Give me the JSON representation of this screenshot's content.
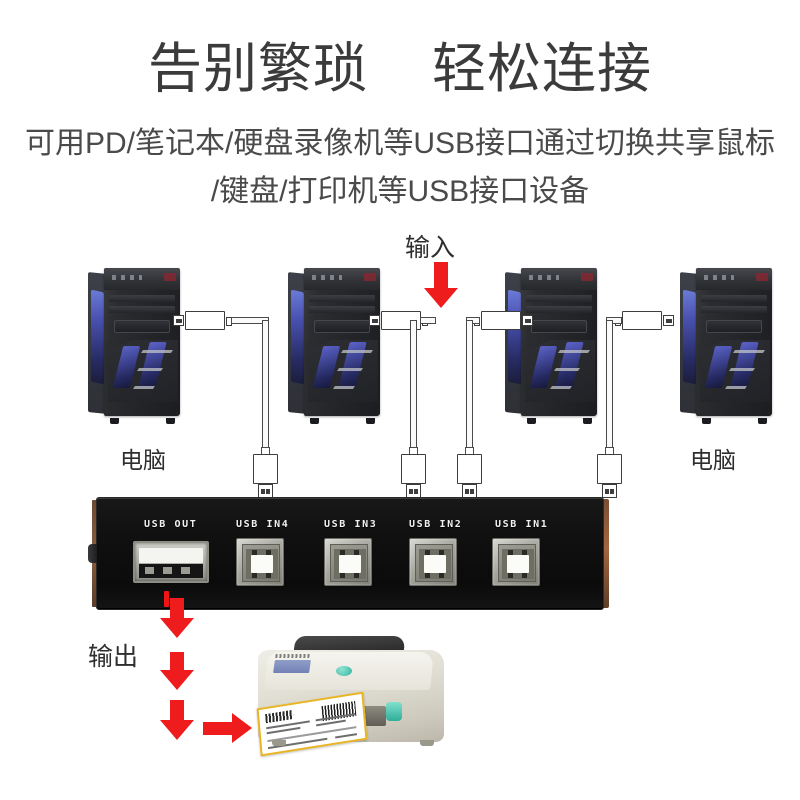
{
  "headline": {
    "title": "告别繁琐    轻松连接",
    "subtitle_line1": "可用PD/笔记本/硬盘录像机等USB接口通过切换共享鼠标",
    "subtitle_line2": "/键盘/打印机等USB接口设备"
  },
  "diagram": {
    "input_label": "输入",
    "output_label": "输出",
    "computer_label_left": "电脑",
    "computer_label_right": "电脑",
    "computers": [
      {
        "id": 1,
        "label": "电脑"
      },
      {
        "id": 2,
        "label": "电脑"
      },
      {
        "id": 3,
        "label": "电脑"
      },
      {
        "id": 4,
        "label": "电脑"
      }
    ],
    "switch": {
      "ports": [
        {
          "id": "out",
          "label": "USB OUT",
          "type": "usb-a"
        },
        {
          "id": "in4",
          "label": "USB IN4",
          "type": "usb-b"
        },
        {
          "id": "in3",
          "label": "USB IN3",
          "type": "usb-b"
        },
        {
          "id": "in2",
          "label": "USB IN2",
          "type": "usb-b"
        },
        {
          "id": "in1",
          "label": "USB IN1",
          "type": "usb-b"
        }
      ]
    },
    "peripheral": "printer"
  },
  "colors": {
    "arrow_red": "#ee1c1c",
    "title_gray": "#3b3b3b",
    "subtitle_gray": "#4a4a4a",
    "switch_black": "#101010",
    "led_red": "#f01414",
    "printer_teal": "#2fae99",
    "label_yellow": "#e8b423",
    "page_background": "#ffffff"
  }
}
